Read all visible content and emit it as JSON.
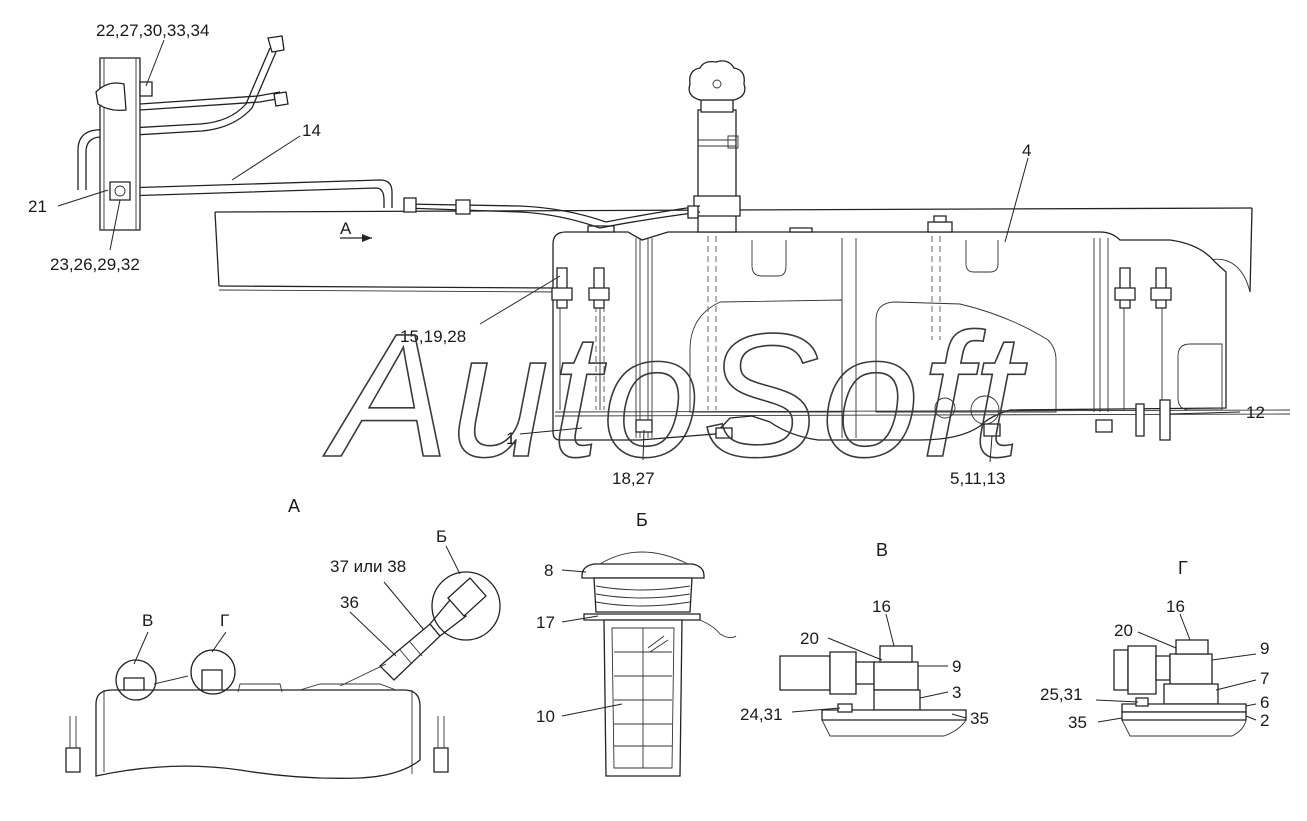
{
  "watermark": "AutoSoft",
  "callouts": {
    "c_22_27_30_33_34": "22,27,30,33,34",
    "c_14": "14",
    "c_21": "21",
    "c_23_26_29_32": "23,26,29,32",
    "c_4": "4",
    "c_15_19_28": "15,19,28",
    "c_1": "1",
    "c_18_27": "18,27",
    "c_5_11_13": "5,11,13",
    "c_12": "12",
    "c_A_arrow": "А",
    "view_A": "А",
    "a_V": "В",
    "a_G": "Г",
    "a_37_38": "37 или 38",
    "a_B": "Б",
    "a_36": "36",
    "view_B": "Б",
    "b_8": "8",
    "b_17": "17",
    "b_10": "10",
    "view_V": "В",
    "v_16": "16",
    "v_20": "20",
    "v_9": "9",
    "v_3": "3",
    "v_24_31": "24,31",
    "v_35": "35",
    "view_G": "Г",
    "g_16": "16",
    "g_20": "20",
    "g_9": "9",
    "g_7": "7",
    "g_25_31": "25,31",
    "g_6": "6",
    "g_35": "35",
    "g_2": "2"
  }
}
